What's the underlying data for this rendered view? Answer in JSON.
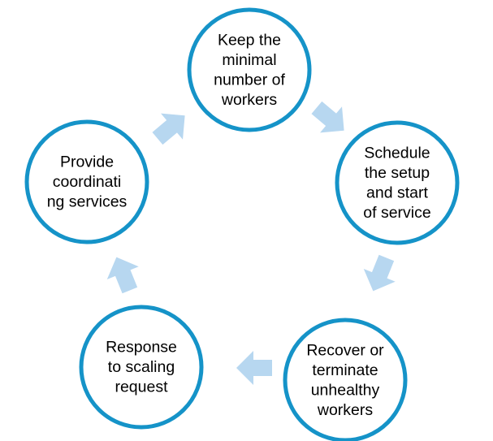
{
  "diagram": {
    "type": "cycle",
    "colors": {
      "circle_border": "#1593c8",
      "circle_fill": "#ffffff",
      "arrow_fill": "#b7d7f0",
      "text": "#000000"
    },
    "nodes": [
      {
        "id": "keep-minimal-workers",
        "lines": [
          "Keep the",
          "minimal",
          "number of",
          "workers"
        ]
      },
      {
        "id": "schedule-setup",
        "lines": [
          "Schedule",
          "the setup",
          "and start",
          "of service"
        ]
      },
      {
        "id": "recover-terminate",
        "lines": [
          "Recover or",
          "terminate",
          "unhealthy",
          "workers"
        ]
      },
      {
        "id": "response-scaling",
        "lines": [
          "Response",
          "to scaling",
          "request"
        ]
      },
      {
        "id": "provide-coordinating",
        "lines": [
          "Provide",
          "coordinati",
          "ng services"
        ]
      }
    ],
    "arrow_direction": "clockwise"
  }
}
